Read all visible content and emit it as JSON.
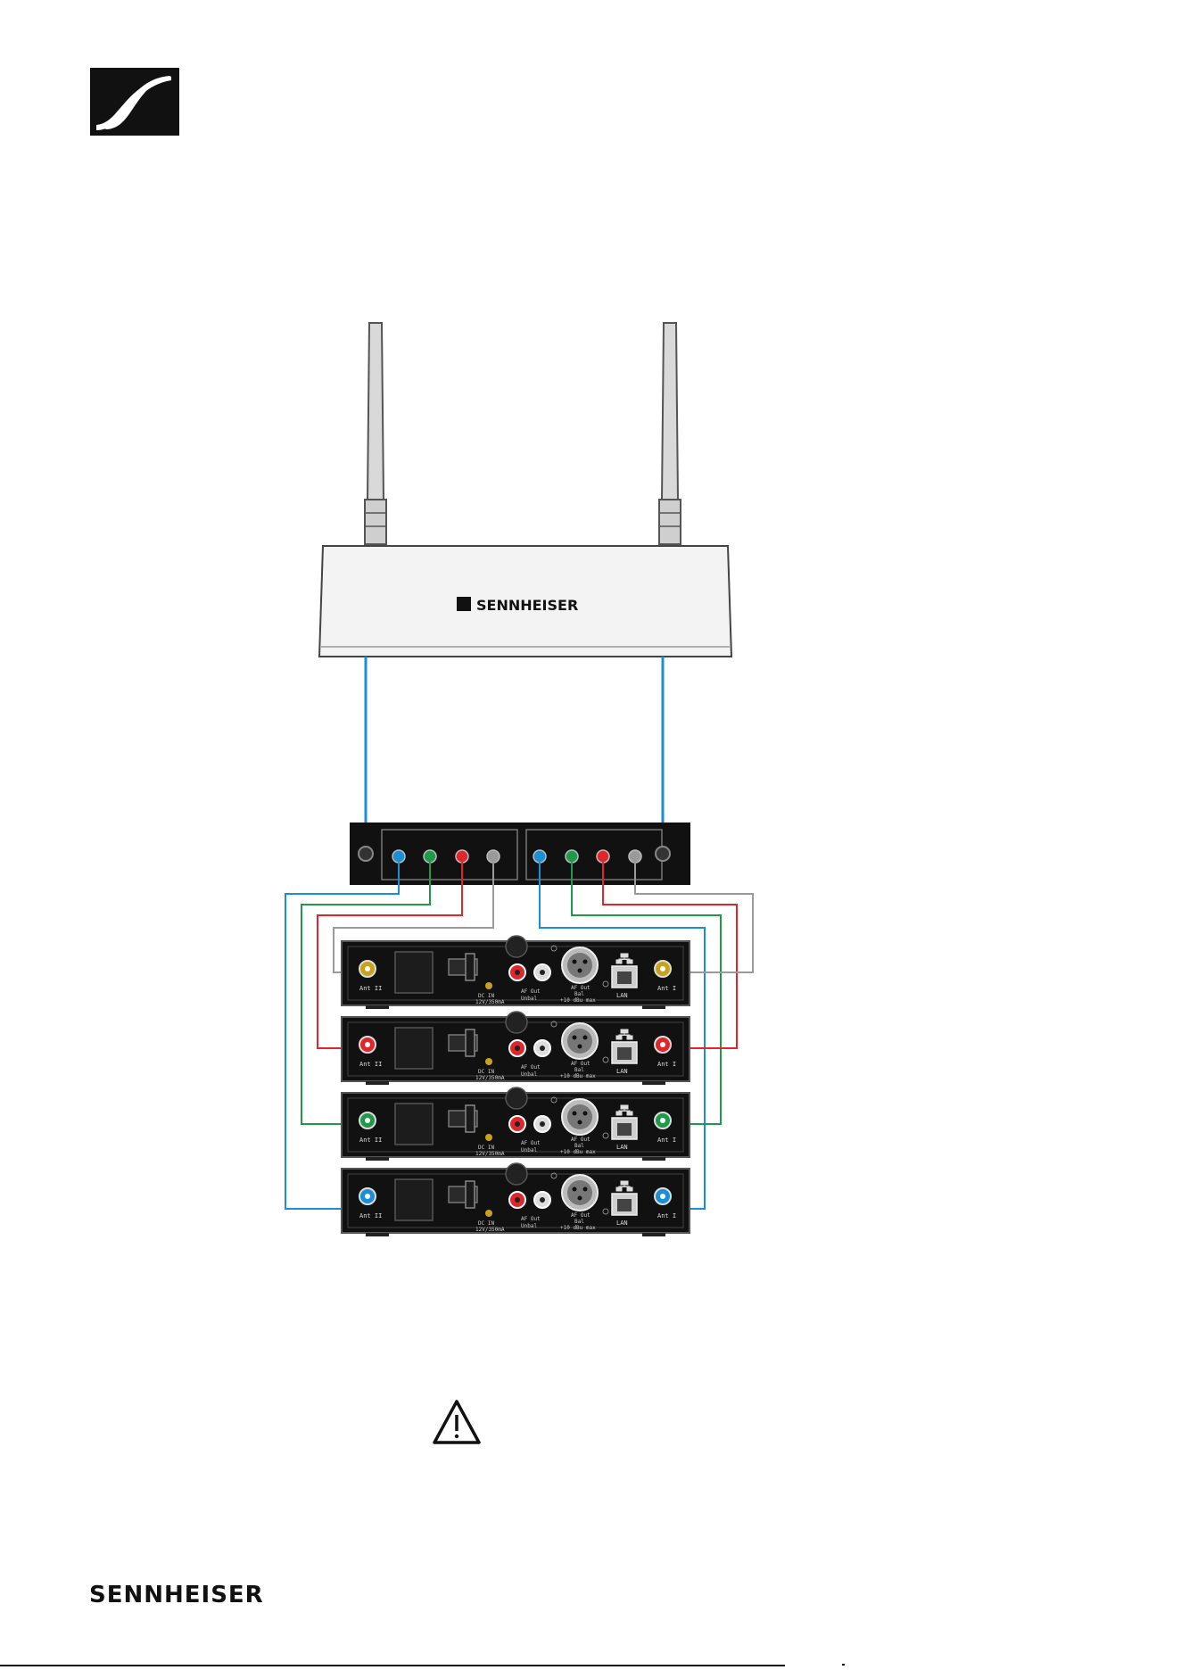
{
  "brand": {
    "name": "SENNHEISER",
    "logo_icon": "sennheiser-s-logo-icon"
  },
  "antenna_unit": {
    "brand_label": "SENNHEISER"
  },
  "splitter": {
    "port_colors": [
      "#1a8fd6",
      "#1f9a4a",
      "#e0262b",
      "#9a9a9a"
    ]
  },
  "receivers": {
    "ant_left_label": "Ant II",
    "ant_right_label": "Ant I",
    "dc_label": "DC IN",
    "dc_rating": "12V/350mA",
    "af_out_label": "AF Out",
    "af_out_sub": "Unbal",
    "xlr_label": "AF Out",
    "xlr_sub": "Bal",
    "xlr_level": "+10 dBu max",
    "lan_label": "LAN",
    "units": [
      {
        "ant_color": "#c9a21c"
      },
      {
        "ant_color": "#e0262b"
      },
      {
        "ant_color": "#1f9a4a"
      },
      {
        "ant_color": "#1a8fd6"
      }
    ]
  },
  "cable_colors": {
    "blue": "#1a8fd6",
    "green": "#1f9a4a",
    "red": "#e0262b",
    "grey": "#9a9a9a"
  },
  "warning": {
    "icon": "warning-triangle-icon"
  }
}
